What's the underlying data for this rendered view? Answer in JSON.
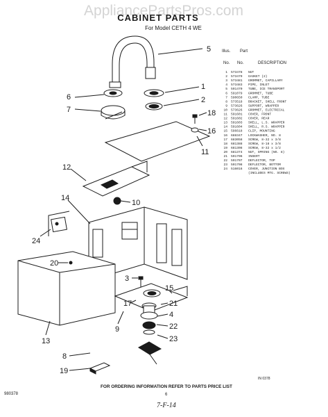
{
  "header": {
    "watermark": "AppliancePartsPros.com",
    "title": "CABINET PARTS",
    "model": "For Model CETH 4 WE"
  },
  "parts_table": {
    "col_illus_1": "Illus.",
    "col_illus_2": "No.",
    "col_part_1": "Part",
    "col_part_2": "No.",
    "col_desc": "DESCRIPTION",
    "rows": [
      {
        "n": "1",
        "part": "573478",
        "desc": "NUT"
      },
      {
        "n": "2",
        "part": "573479",
        "desc": "GASKET (2)"
      },
      {
        "n": "3",
        "part": "573481",
        "desc": "GROMMET, CAPILLARY"
      },
      {
        "n": "4",
        "part": "573483",
        "desc": "PIPE, INLET"
      },
      {
        "n": "5",
        "part": "591470",
        "desc": "TUBE, ICE TRANSPORT"
      },
      {
        "n": "6",
        "part": "591079",
        "desc": "GROMMET, TUBE"
      },
      {
        "n": "7",
        "part": "590650",
        "desc": "CLAMP, TUBE"
      },
      {
        "n": "8",
        "part": "573518",
        "desc": "BRACKET, SHELL FRONT"
      },
      {
        "n": "9",
        "part": "573626",
        "desc": "SUPPORT, WRAPPER"
      },
      {
        "n": "10",
        "part": "573626",
        "desc": "GROMMET, ELECTRICAL"
      },
      {
        "n": "11",
        "part": "591601",
        "desc": "COVER, FRONT"
      },
      {
        "n": "12",
        "part": "591602",
        "desc": "COVER, REAR"
      },
      {
        "n": "13",
        "part": "591603",
        "desc": "SHELL, L.S. WRAPPER"
      },
      {
        "n": "14",
        "part": "591604",
        "desc": "SHELL, R.S. WRAPPER"
      },
      {
        "n": "15",
        "part": "596618",
        "desc": "CLIP, MOUNTING"
      },
      {
        "n": "16",
        "part": "688347",
        "desc": "LOCKWASHER, NO. 8"
      },
      {
        "n": "17",
        "part": "683058",
        "desc": "SCREW, 8-32 x 3/8"
      },
      {
        "n": "18",
        "part": "681388",
        "desc": "SCREW, 8-18 x 3/8"
      },
      {
        "n": "19",
        "part": "681308",
        "desc": "SCREW, 8-32 x 1/2"
      },
      {
        "n": "20",
        "part": "681374",
        "desc": "NUT, SPRING (NO. 8)"
      },
      {
        "n": "21",
        "part": "591706",
        "desc": "INSERT"
      },
      {
        "n": "22",
        "part": "591707",
        "desc": "DEFLECTOR, TOP"
      },
      {
        "n": "23",
        "part": "591708",
        "desc": "DEFLECTOR, BOTTOM"
      },
      {
        "n": "24",
        "part": "516016",
        "desc": "COVER, JUNCTION BOX"
      },
      {
        "n": "",
        "part": "",
        "desc": "(INCLUDES MTG. SCREWS)"
      }
    ]
  },
  "callouts": [
    "1",
    "2",
    "3",
    "4",
    "5",
    "6",
    "7",
    "8",
    "9",
    "10",
    "11",
    "12",
    "13",
    "14",
    "15",
    "16",
    "17",
    "18",
    "19",
    "20",
    "21",
    "22",
    "23",
    "24"
  ],
  "footer": {
    "instruction": "FOR ORDERING INFORMATION REFER TO PARTS PRICE LIST",
    "code_left": "980378",
    "code_right": "IN 0378",
    "page_number": "6",
    "handwritten_date": "7-F-14"
  }
}
